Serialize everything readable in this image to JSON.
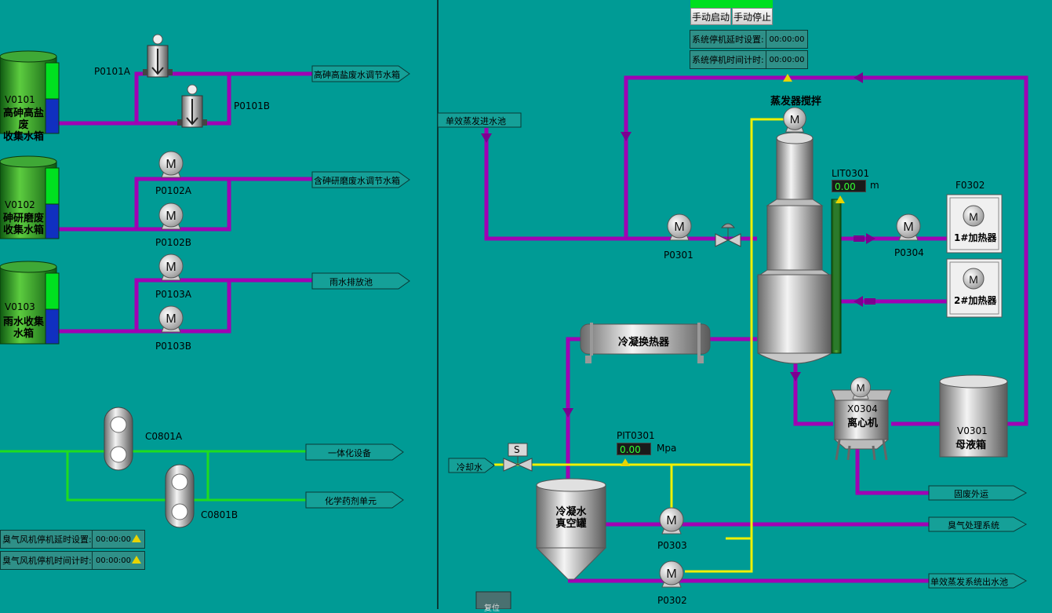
{
  "colors": {
    "background": "#009b95",
    "pipe_purple": "#a000b4",
    "pipe_yellow": "#f0f000",
    "pipe_green": "#1fdc1f",
    "tank_green": "#2a9a2a",
    "level_green": "#00e020",
    "level_blue": "#1030c0"
  },
  "left_tanks": [
    {
      "tag": "V0101",
      "name_line1": "高砷高盐废",
      "name_line2": "收集水箱"
    },
    {
      "tag": "V0102",
      "name_line1": "砷研磨废",
      "name_line2": "收集水箱"
    },
    {
      "tag": "V0103",
      "name_line1": "雨水收集",
      "name_line2": "水箱"
    }
  ],
  "left_equipment": {
    "p0101a": "P0101A",
    "p0101b": "P0101B",
    "p0102a": "P0102A",
    "p0102b": "P0102B",
    "p0103a": "P0103A",
    "p0103b": "P0103B",
    "c0801a": "C0801A",
    "c0801b": "C0801B"
  },
  "left_destinations": {
    "d1": "高砷高盐废水调节水箱",
    "d2": "含砷研磨废水调节水箱",
    "d3": "雨水排放池",
    "d4": "一体化设备",
    "d5": "化学药剂单元"
  },
  "fan_panel": {
    "row1_label": "臭气风机停机延时设置:",
    "row1_value": "00:00:00",
    "row2_label": "臭气风机停机时间计时:",
    "row2_value": "00:00:00"
  },
  "top_controls": {
    "start_label": "手动启动",
    "stop_label": "手动停止",
    "delay_set_label": "系统停机延时设置:",
    "delay_set_value": "00:00:00",
    "timer_label": "系统停机时间计时:",
    "timer_value": "00:00:00"
  },
  "evaporator": {
    "agitator_title": "蒸发器搅拌",
    "inlet_tag": "单效蒸发进水池",
    "p0301": "P0301",
    "p0304": "P0304",
    "level_tag": "LIT0301",
    "level_value": "0.00",
    "level_unit": "m",
    "heater_tag": "F0302",
    "heater1": "1#加热器",
    "heater2": "2#加热器",
    "condenser": "冷凝换热器",
    "centrifuge_tag": "X0304",
    "centrifuge_name": "离心机",
    "mother_tank_tag": "V0301",
    "mother_tank_name": "母液箱",
    "pressure_tag": "PIT0301",
    "pressure_value": "0.00",
    "pressure_unit": "Mpa",
    "cooling_water": "冷却水",
    "valve_s": "S",
    "vacuum_tank_line1": "冷凝水",
    "vacuum_tank_line2": "真空罐",
    "p0303": "P0303",
    "p0302": "P0302",
    "dest_solid": "固废外运",
    "dest_odor": "臭气处理系统",
    "dest_outlet": "单效蒸发系统出水池"
  },
  "bottom_button": "复位"
}
